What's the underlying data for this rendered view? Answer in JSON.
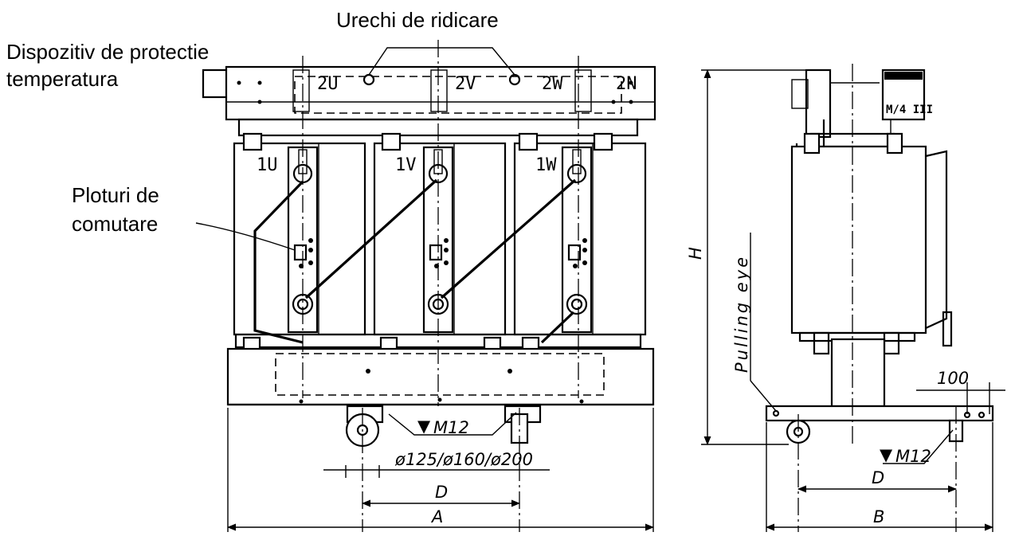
{
  "callouts": {
    "lifting_lugs": "Urechi de ridicare",
    "temp_protection_line1": "Dispozitiv de protectie",
    "temp_protection_line2": "temperatura",
    "tap_plates_line1": "Ploturi de",
    "tap_plates_line2": "comutare"
  },
  "terminals": {
    "lv": [
      "2U",
      "2V",
      "2W",
      "2N"
    ],
    "hv": [
      "1U",
      "1V",
      "1W"
    ]
  },
  "dimensions": {
    "front_bolt": "M12",
    "wheel_diameters": "ø125/ø160/ø200",
    "wheel_distance_front": "D",
    "overall_length": "A",
    "height": "H",
    "pulling_eye": "Pulling eye",
    "side_offset": "100",
    "side_bolt": "M12",
    "wheel_distance_side": "D",
    "overall_width": "B"
  }
}
